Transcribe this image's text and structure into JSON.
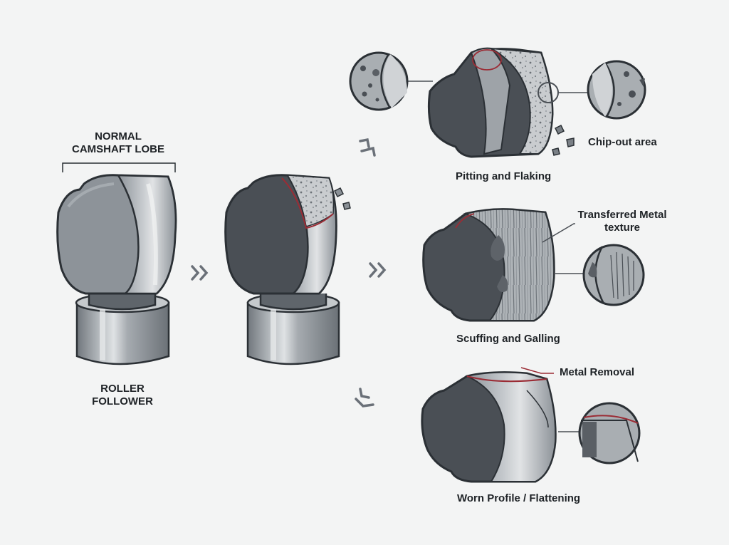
{
  "labels": {
    "normal_lobe_line1": "NORMAL",
    "normal_lobe_line2": "CAMSHAFT LOBE",
    "roller_line1": "ROLLER",
    "roller_line2": "FOLLOWER",
    "pitting": "Pitting and Flaking",
    "chip_out": "Chip-out area",
    "transferred_line1": "Transferred Metal",
    "transferred_line2": "texture",
    "scuffing": "Scuffing and Galling",
    "metal_removal": "Metal Removal",
    "worn": "Worn Profile / Flattening"
  },
  "colors": {
    "background": "#f3f4f4",
    "outline": "#2b3035",
    "lobe_light": "#9aa0a6",
    "lobe_dark": "#4a4e54",
    "highlight": "#d4d7da",
    "damage_red": "#9b2c35",
    "arrow": "#6a7078"
  }
}
